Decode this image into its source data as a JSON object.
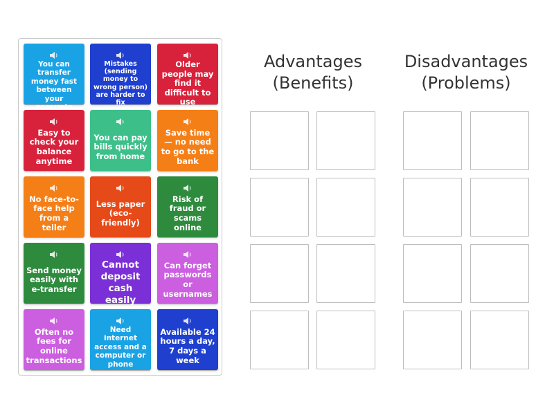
{
  "cards": [
    {
      "text": "You can transfer money fast between your accounts",
      "color": "#1aa3e4",
      "size": "fs-sm"
    },
    {
      "text": "Mistakes (sending money to wrong person) are harder to fix",
      "color": "#1f3fcf",
      "size": "fs-xs"
    },
    {
      "text": "Older people may find it difficult to use",
      "color": "#d8223b",
      "size": "fs-md"
    },
    {
      "text": "Easy to check your balance anytime",
      "color": "#d8223b",
      "size": "fs-md"
    },
    {
      "text": "You can pay bills quickly from home",
      "color": "#3dbf8a",
      "size": "fs-md"
    },
    {
      "text": "Save time — no need to go to the bank",
      "color": "#f57f17",
      "size": "fs-md"
    },
    {
      "text": "No face-to-face help from a teller",
      "color": "#f57f17",
      "size": "fs-md"
    },
    {
      "text": "Less paper (eco-friendly)",
      "color": "#e64a19",
      "size": "fs-md"
    },
    {
      "text": "Risk of fraud or scams online",
      "color": "#2e8b3e",
      "size": "fs-md"
    },
    {
      "text": "Send money easily with e-transfer",
      "color": "#2e8b3e",
      "size": "fs-md"
    },
    {
      "text": "Cannot deposit cash easily",
      "color": "#7b2fd6",
      "size": "fs-lg"
    },
    {
      "text": "Can forget passwords or usernames",
      "color": "#cc5ee0",
      "size": "fs-md"
    },
    {
      "text": "Often no fees for online transactions",
      "color": "#cc5ee0",
      "size": "fs-md"
    },
    {
      "text": "Need internet access and a computer or phone",
      "color": "#1aa3e4",
      "size": "fs-sm"
    },
    {
      "text": "Available 24 hours a day, 7 days a week",
      "color": "#1f3fcf",
      "size": "fs-md"
    }
  ],
  "groups": [
    {
      "title_line1": "Advantages",
      "title_line2": "(Benefits)"
    },
    {
      "title_line1": "Disadvantages",
      "title_line2": "(Problems)"
    }
  ],
  "icons": {
    "card_audio": "speaker-icon"
  }
}
